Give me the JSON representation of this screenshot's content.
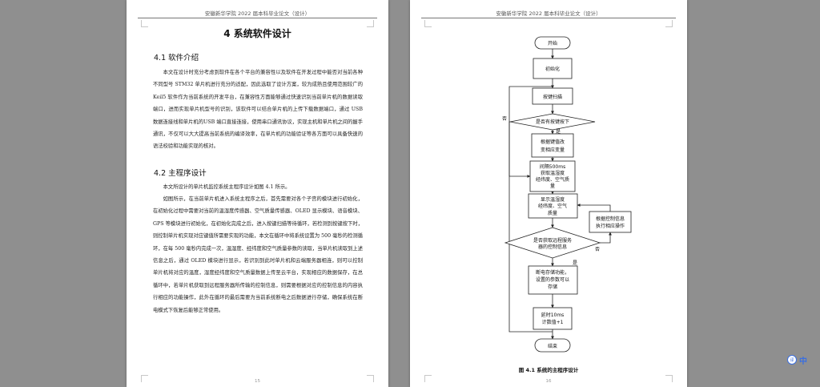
{
  "left_page": {
    "header": "安徽新华学院 2022 届本科毕业论文（设计）",
    "chapter_title": "4  系统软件设计",
    "section1": {
      "heading": "4.1 软件介绍",
      "para": "本文在设计时充分考虑到软件在各个平台的兼容性以及软件在开发过程中能否对当前各种不同型号 STM32 单片机进行充分的适配，因此选取了设计方案，较为成熟且使用范围较广的 Keil5 软件作为当前系统的开发平台，在兼容性方面能够通过快速识别当前单片机的数据读取端口，进而实现单片机型号的识别，该软件可以结合单片机的上传下载数据端口，通过 USB 数据连接线和单片机的USB 端口直接连接，使用串口通讯协议，实现主机和单片机之间的握手通讯，不仅可以大大提高当前系统的编译效率，在单片机的功能验证等各方面可以具备快速的语法校验和功能实现的核对。"
    },
    "section2": {
      "heading": "4.2 主程序设计",
      "para1": "本文所设计的单片机监控系统主程序设计如图 4.1 所示。",
      "para2": "如图所示，在当前单片机进入系统主程序之后，首先需要对各个子宫的模块进行初始化，在初始化过程中需要对当前的温湿度传感器、空气质量传感器、OLED 显示模块、语音模块、 GPS 等模块进行初始化，在初始化完成之后，进入按键扫描等待循环，若检测到按键按下时，则控制单片机实现对应键值所需要实现的功能，本文在循环中将系统设置为 500 毫秒的检测循环，在每 500 毫秒内完成一次，温湿度、经纬度和空气质量参数的读取，当单片机读取到上述信息之后，通过 OLED 模块进行显示，若识别到此时单片机和云端服务器相连，则可以控制单片机将对应的温度，湿度经纬度和空气质量数据上传至云平台，实现相应的数据保存，在总循环中，若单片机获取到远程服务器所传输的控制信息，则需要根据对应的控制信息的内容执行相应的功能操作，此外在循环的最后需要为当前系统断电之后数据进行存储，确保系统在断电模式下恢复后能够正常使用。"
    },
    "page_number": "15"
  },
  "right_page": {
    "header": "安徽新华学院 2022 届本科毕业论文（设计）",
    "flowchart": {
      "start": "开始",
      "init": "初始化",
      "key_scan": "按键扫描",
      "key_check": "是否有按键按下",
      "yes": "是",
      "no": "否",
      "modify_line1": "根据键值改",
      "modify_line2": "变相应变量",
      "read_line1": "间隔500ms",
      "read_line2": "获取温湿度",
      "read_line3": "经纬度、空气质",
      "read_line4": "量",
      "display_line1": "显示温湿度",
      "display_line2": "经纬度、空气",
      "display_line3": "质量",
      "remote_check_line1": "是否获取远程服务",
      "remote_check_line2": "器的控制信息",
      "execute_line1": "根据控制信息",
      "execute_line2": "执行相应操作",
      "save_line1": "断电存储功能，",
      "save_line2": "设置的参数可以",
      "save_line3": "存储",
      "delay_line1": "延时10ms",
      "delay_line2": "计数值+1",
      "end": "结束"
    },
    "figure_caption": "图 4.1  系统的主程序设计",
    "page_number": "16"
  },
  "translate_widget": {
    "icon": "translate-icon",
    "label": "中"
  }
}
